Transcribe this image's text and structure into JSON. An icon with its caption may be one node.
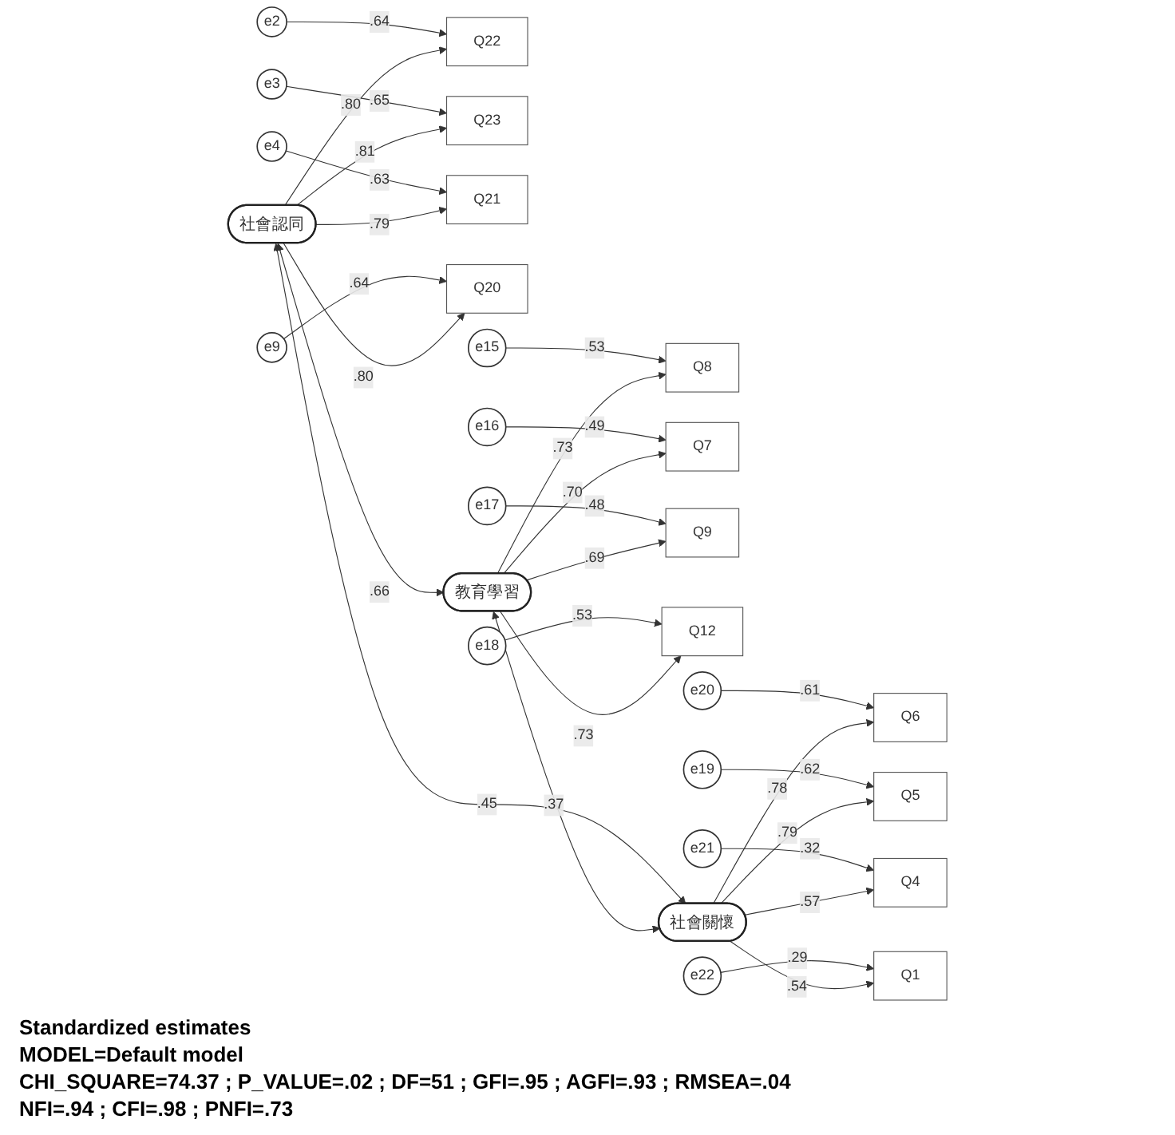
{
  "diagram": {
    "nodes": [
      {
        "text": [
          "e2"
        ]
      },
      {
        "text": [
          "Q22"
        ]
      },
      {
        "text": [
          "e3"
        ]
      },
      {
        "text": [
          "Q23"
        ]
      },
      {
        "text": [
          "e4"
        ]
      },
      {
        "text": [
          "Q21"
        ]
      },
      {
        "text": [
          "e9"
        ]
      },
      {
        "text": [
          "Q20"
        ]
      },
      {
        "text": [
          "社會認同"
        ]
      },
      {
        "text": [
          "e15"
        ]
      },
      {
        "text": [
          "Q8"
        ]
      },
      {
        "text": [
          "e16"
        ]
      },
      {
        "text": [
          "Q7"
        ]
      },
      {
        "text": [
          "e17"
        ]
      },
      {
        "text": [
          "Q9"
        ]
      },
      {
        "text": [
          "e18"
        ]
      },
      {
        "text": [
          "Q12"
        ]
      },
      {
        "text": [
          "教育學習"
        ]
      },
      {
        "text": [
          "e20"
        ]
      },
      {
        "text": [
          "Q6"
        ]
      },
      {
        "text": [
          "e19"
        ]
      },
      {
        "text": [
          "Q5"
        ]
      },
      {
        "text": [
          "e21"
        ]
      },
      {
        "text": [
          "Q4"
        ]
      },
      {
        "text": [
          "e22"
        ]
      },
      {
        "text": [
          "Q1"
        ]
      },
      {
        "text": [
          "社會關懷"
        ]
      }
    ],
    "edges": [
      {
        "from": 0,
        "to": 1,
        "arrow": "to",
        "label": ".64"
      },
      {
        "from": 2,
        "to": 3,
        "arrow": "to",
        "label": ".65"
      },
      {
        "from": 4,
        "to": 5,
        "arrow": "to",
        "label": ".63"
      },
      {
        "from": 6,
        "to": 7,
        "arrow": "to",
        "label": ".64"
      },
      {
        "from": 8,
        "to": 1,
        "arrow": "to",
        "label": ".80"
      },
      {
        "from": 8,
        "to": 3,
        "arrow": "to",
        "label": ".81"
      },
      {
        "from": 8,
        "to": 5,
        "arrow": "to",
        "label": ".79"
      },
      {
        "from": 8,
        "to": 7,
        "arrow": "to",
        "label": ".80"
      },
      {
        "from": 9,
        "to": 10,
        "arrow": "to",
        "label": ".53"
      },
      {
        "from": 11,
        "to": 12,
        "arrow": "to",
        "label": ".49"
      },
      {
        "from": 13,
        "to": 14,
        "arrow": "to",
        "label": ".48"
      },
      {
        "from": 15,
        "to": 16,
        "arrow": "to",
        "label": ".53"
      },
      {
        "from": 17,
        "to": 10,
        "arrow": "to",
        "label": ".73"
      },
      {
        "from": 17,
        "to": 12,
        "arrow": "to",
        "label": ".70"
      },
      {
        "from": 17,
        "to": 14,
        "arrow": "to",
        "label": ".69"
      },
      {
        "from": 17,
        "to": 16,
        "arrow": "to",
        "label": ".73"
      },
      {
        "from": 18,
        "to": 19,
        "arrow": "to",
        "label": ".61"
      },
      {
        "from": 20,
        "to": 21,
        "arrow": "to",
        "label": ".62"
      },
      {
        "from": 22,
        "to": 23,
        "arrow": "to",
        "label": ".32"
      },
      {
        "from": 24,
        "to": 25,
        "arrow": "to",
        "label": ".29"
      },
      {
        "from": 26,
        "to": 19,
        "arrow": "to",
        "label": ".78"
      },
      {
        "from": 26,
        "to": 21,
        "arrow": "to",
        "label": ".79"
      },
      {
        "from": 26,
        "to": 23,
        "arrow": "to",
        "label": ".57"
      },
      {
        "from": 26,
        "to": 25,
        "arrow": "to",
        "label": ".54"
      },
      {
        "from": 8,
        "to": 17,
        "arrow": "both",
        "label": ".66"
      },
      {
        "from": 8,
        "to": 26,
        "arrow": "both",
        "label": ".45"
      },
      {
        "from": 17,
        "to": 26,
        "arrow": "both",
        "label": ".37"
      }
    ],
    "labels": [
      "Standardized estimates",
      "MODEL=Default model",
      "CHI_SQUARE=74.37 ; P_VALUE=.02 ; DF=51 ; GFI=.95 ; AGFI=.93 ; RMSEA=.04",
      "NFI=.94 ; CFI=.98 ; PNFI=.73"
    ]
  }
}
